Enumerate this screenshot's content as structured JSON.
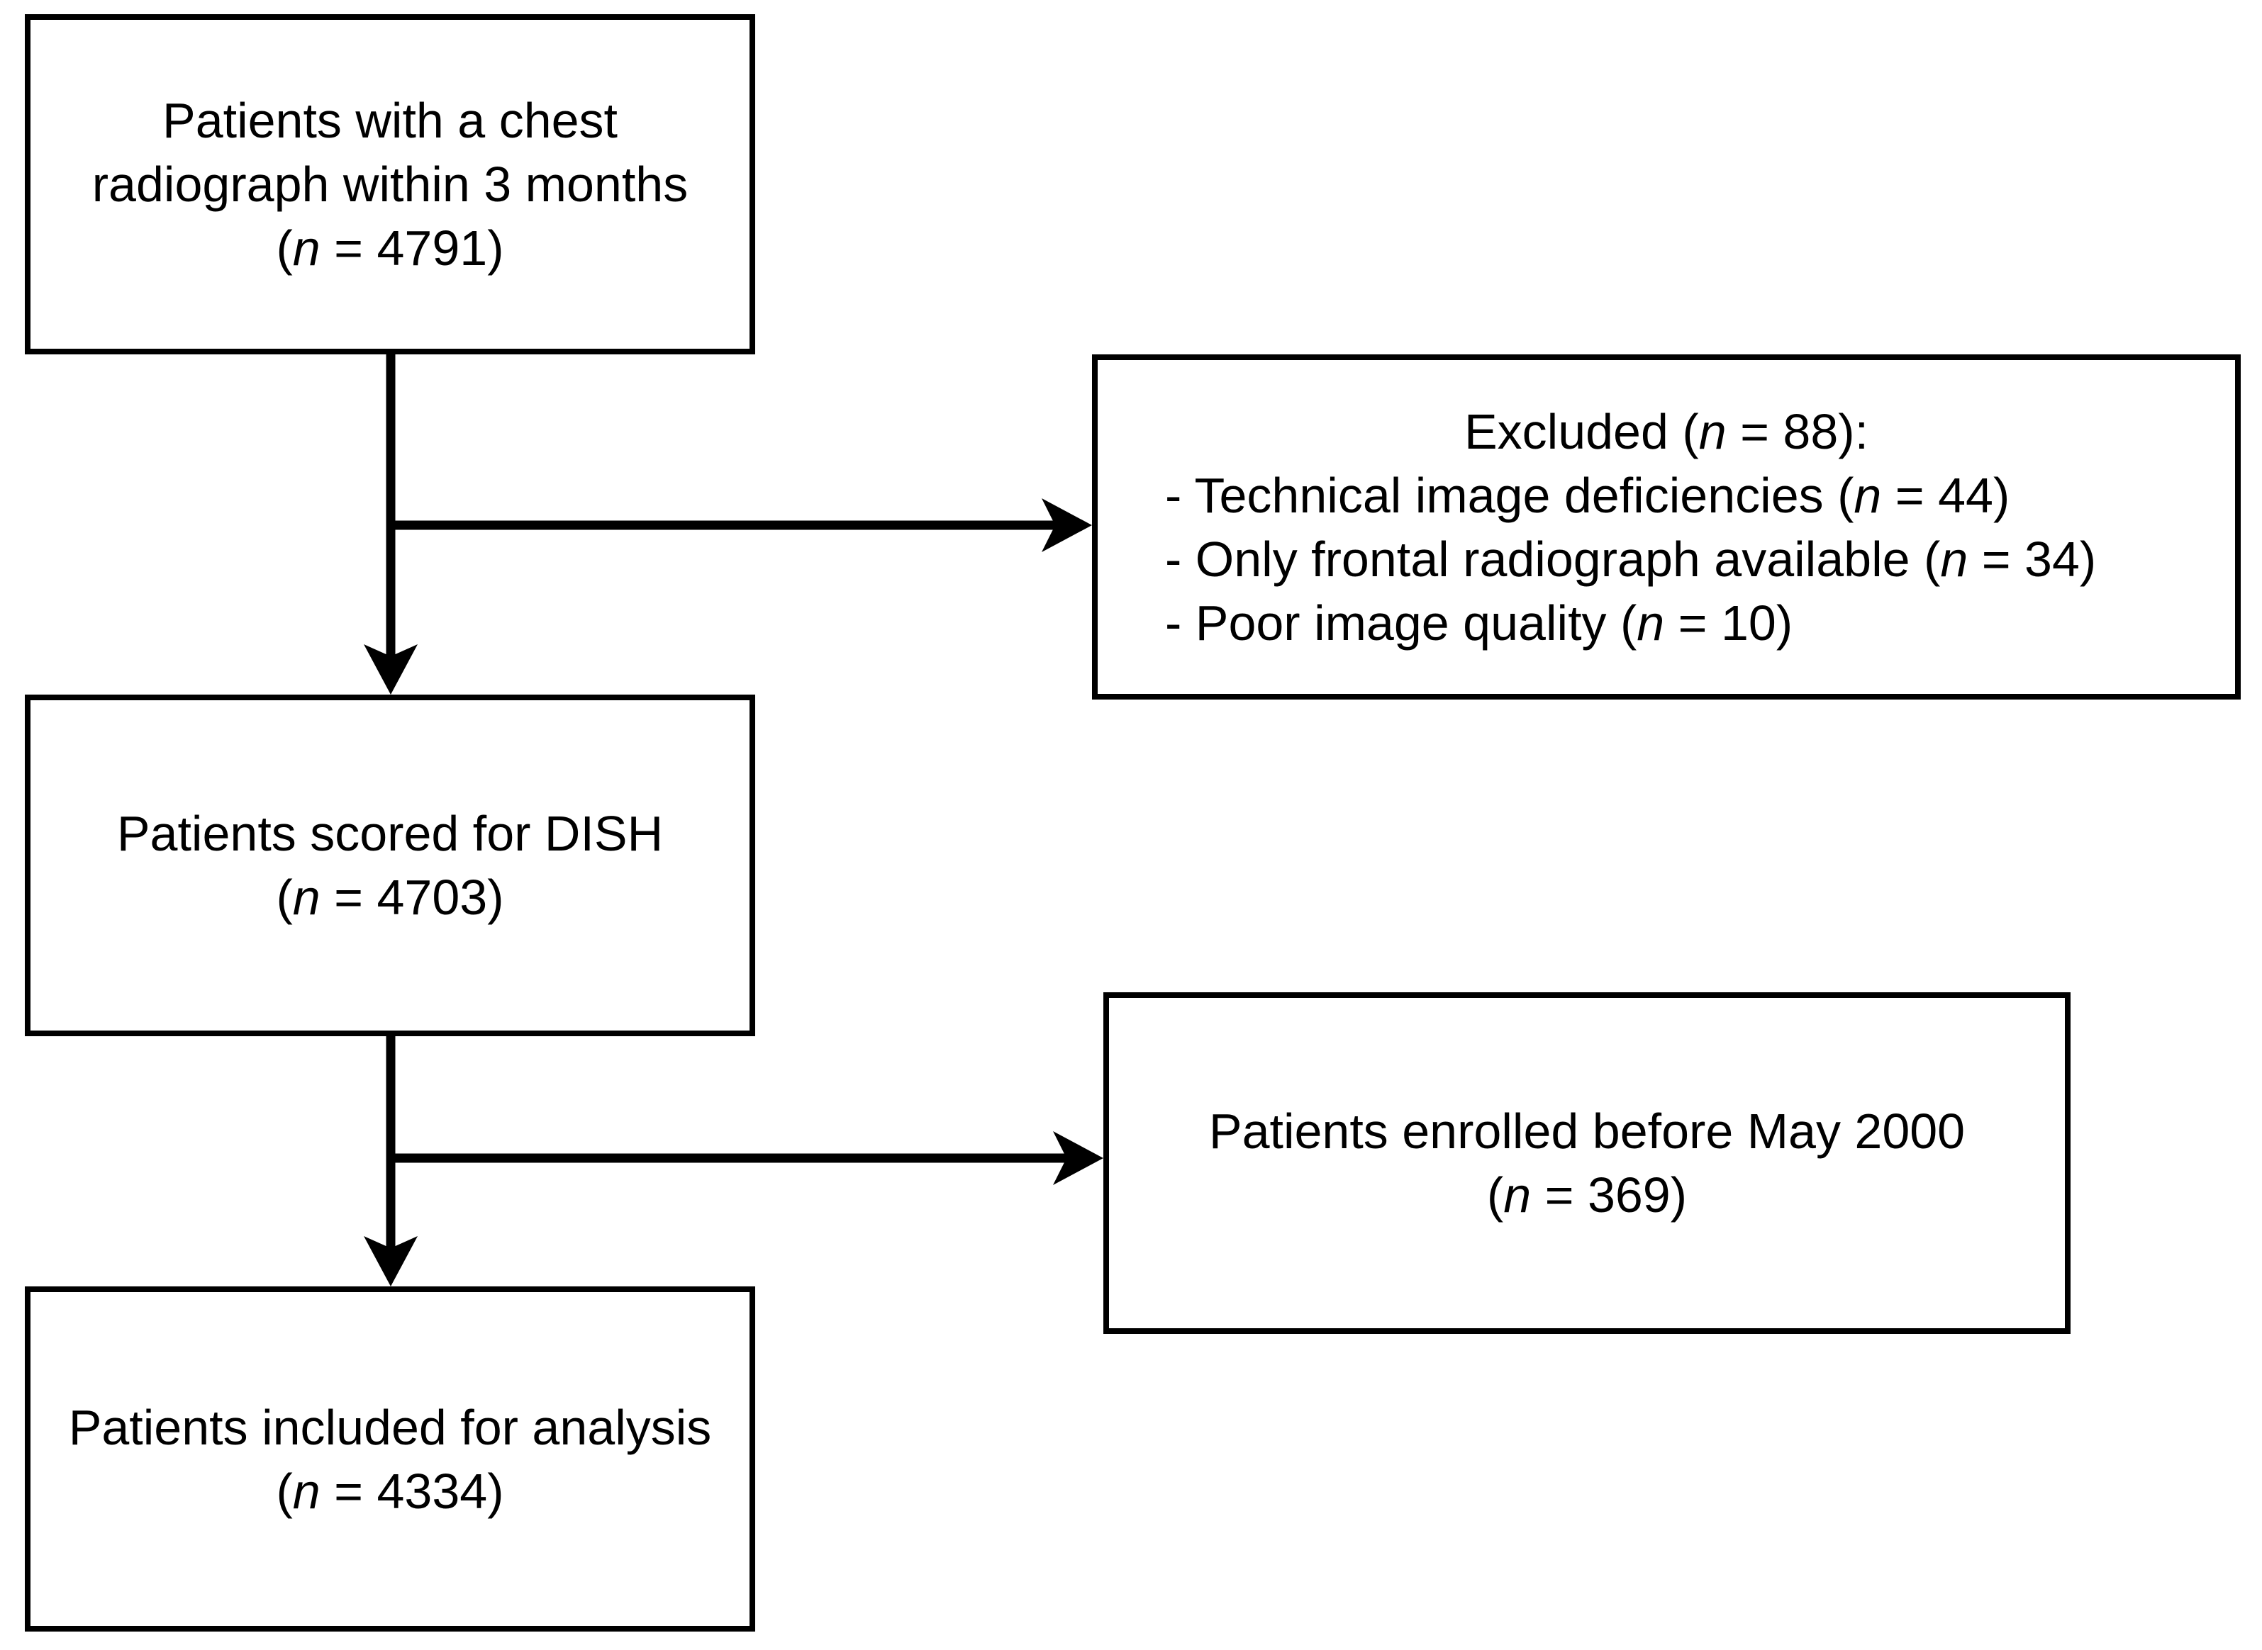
{
  "colors": {
    "line": "#000000",
    "background": "#ffffff",
    "text": "#000000"
  },
  "diagram": {
    "box1": {
      "line1": "Patients with a chest",
      "line2": "radiograph within 3 months",
      "count_pre": "(",
      "count_n": "n",
      "count_post": " = 4791)"
    },
    "excluded": {
      "title_pre": "Excluded (",
      "title_n": "n",
      "title_post": " = 88):",
      "items": [
        {
          "pre": "- Technical image deficiencies (",
          "n": "n",
          "post": " = 44)"
        },
        {
          "pre": "- Only frontal radiograph available (",
          "n": "n",
          "post": " = 34)"
        },
        {
          "pre": "- Poor image quality (",
          "n": "n",
          "post": " = 10)"
        }
      ]
    },
    "box2": {
      "line1": "Patients scored for DISH",
      "count_pre": "(",
      "count_n": "n",
      "count_post": " = 4703)"
    },
    "box3": {
      "line1": "Patients enrolled before May 2000",
      "count_pre": "(",
      "count_n": "n",
      "count_post": " = 369)"
    },
    "box4": {
      "line1": "Patients included for analysis",
      "count_pre": "(",
      "count_n": "n",
      "count_post": " = 4334)"
    }
  }
}
